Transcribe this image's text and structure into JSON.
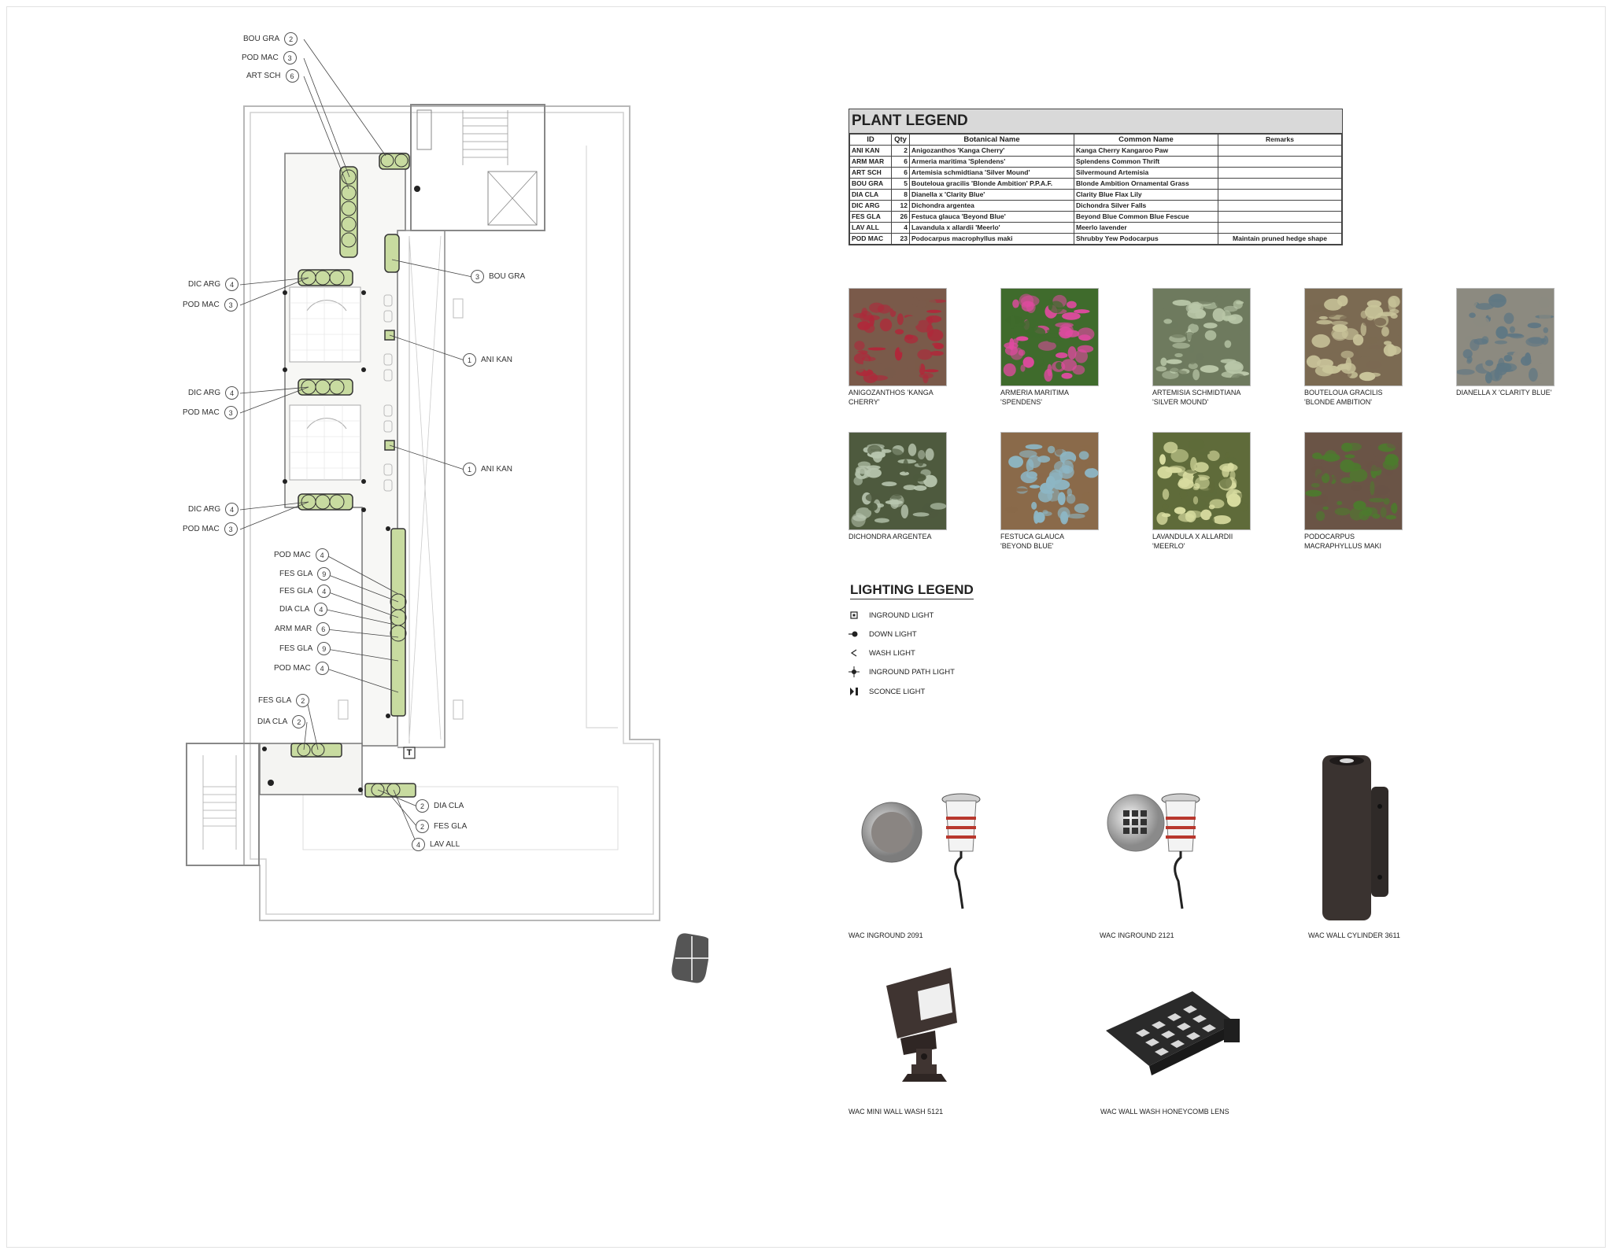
{
  "plan": {
    "callouts_left": [
      {
        "code": "BOU GRA",
        "qty": "2"
      },
      {
        "code": "POD MAC",
        "qty": "3"
      },
      {
        "code": "ART SCH",
        "qty": "6"
      },
      {
        "code": "DIC ARG",
        "qty": "4"
      },
      {
        "code": "POD MAC",
        "qty": "3"
      },
      {
        "code": "DIC ARG",
        "qty": "4"
      },
      {
        "code": "POD MAC",
        "qty": "3"
      },
      {
        "code": "DIC ARG",
        "qty": "4"
      },
      {
        "code": "POD MAC",
        "qty": "3"
      },
      {
        "code": "POD MAC",
        "qty": "4"
      },
      {
        "code": "FES GLA",
        "qty": "9"
      },
      {
        "code": "FES GLA",
        "qty": "4"
      },
      {
        "code": "DIA CLA",
        "qty": "4"
      },
      {
        "code": "ARM MAR",
        "qty": "6"
      },
      {
        "code": "FES GLA",
        "qty": "9"
      },
      {
        "code": "POD MAC",
        "qty": "4"
      },
      {
        "code": "FES GLA",
        "qty": "2"
      },
      {
        "code": "DIA CLA",
        "qty": "2"
      }
    ],
    "callouts_right": [
      {
        "code": "BOU GRA",
        "qty": "3"
      },
      {
        "code": "ANI KAN",
        "qty": "1"
      },
      {
        "code": "ANI KAN",
        "qty": "1"
      },
      {
        "code": "DIA CLA",
        "qty": "2"
      },
      {
        "code": "FES GLA",
        "qty": "2"
      },
      {
        "code": "LAV ALL",
        "qty": "4"
      }
    ],
    "tree_marker": "T"
  },
  "plant_legend": {
    "title": "PLANT LEGEND",
    "headers": [
      "ID",
      "Qty",
      "Botanical Name",
      "Common Name",
      "Remarks"
    ],
    "rows": [
      [
        "ANI KAN",
        "2",
        "Anigozanthos 'Kanga Cherry'",
        "Kanga Cherry Kangaroo Paw",
        ""
      ],
      [
        "ARM MAR",
        "6",
        "Armeria maritima 'Splendens'",
        "Splendens Common Thrift",
        ""
      ],
      [
        "ART SCH",
        "6",
        "Artemisia schmidtiana 'Silver Mound'",
        "Silvermound Artemisia",
        ""
      ],
      [
        "BOU GRA",
        "5",
        "Bouteloua gracilis 'Blonde Ambition' P.P.A.F.",
        "Blonde Ambition Ornamental Grass",
        ""
      ],
      [
        "DIA CLA",
        "8",
        "Dianella x 'Clarity Blue'",
        "Clarity Blue Flax Lily",
        ""
      ],
      [
        "DIC ARG",
        "12",
        "Dichondra argentea",
        "Dichondra Silver Falls",
        ""
      ],
      [
        "FES GLA",
        "26",
        "Festuca glauca 'Beyond Blue'",
        "Beyond Blue Common Blue Fescue",
        ""
      ],
      [
        "LAV ALL",
        "4",
        "Lavandula x allardii 'Meerlo'",
        "Meerlo lavender",
        ""
      ],
      [
        "POD MAC",
        "23",
        "Podocarpus macrophyllus maki",
        "Shrubby Yew Podocarpus",
        "Maintain pruned hedge shape"
      ]
    ]
  },
  "plant_photos": [
    {
      "line1": "ANIGOZANTHOS 'KANGA CHERRY'",
      "line2": "",
      "bg": "#7a5a4a",
      "accent": "#b0283a"
    },
    {
      "line1": "ARMERIA MARITIMA 'SPENDENS'",
      "line2": "",
      "bg": "#3f6b2c",
      "accent": "#e04aa0"
    },
    {
      "line1": "ARTEMISIA SCHMIDTIANA",
      "line2": "'SILVER MOUND'",
      "bg": "#6e7a5e",
      "accent": "#b9c7a8"
    },
    {
      "line1": "BOUTELOUA GRACILIS",
      "line2": "'BLONDE  AMBITION'",
      "bg": "#7b6a52",
      "accent": "#c9c49a"
    },
    {
      "line1": "DIANELLA X 'CLARITY BLUE'",
      "line2": "",
      "bg": "#8c8a80",
      "accent": "#5f7783"
    },
    {
      "line1": "DICHONDRA ARGENTEA",
      "line2": "",
      "bg": "#4e5a3e",
      "accent": "#b7c5ae"
    },
    {
      "line1": "FESTUCA GLAUCA",
      "line2": "'BEYOND BLUE'",
      "bg": "#8a6a4a",
      "accent": "#8db6c4"
    },
    {
      "line1": "LAVANDULA X ALLARDII",
      "line2": "'MEERLO'",
      "bg": "#5f6b3a",
      "accent": "#d8dca0"
    },
    {
      "line1": "PODOCARPUS",
      "line2": "MACRAPHYLLUS MAKI",
      "bg": "#6a5446",
      "accent": "#4d7a2e"
    }
  ],
  "lighting_legend": {
    "title": "LIGHTING LEGEND",
    "items": [
      {
        "label": "INGROUND LIGHT",
        "icon": "inground-light-icon"
      },
      {
        "label": "DOWN LIGHT",
        "icon": "down-light-icon"
      },
      {
        "label": "WASH LIGHT",
        "icon": "wash-light-icon"
      },
      {
        "label": "INGROUND PATH LIGHT",
        "icon": "inground-path-light-icon"
      },
      {
        "label": "SCONCE LIGHT",
        "icon": "sconce-light-icon"
      }
    ]
  },
  "fixtures": [
    {
      "label": "WAC INGROUND 2091"
    },
    {
      "label": "WAC INGROUND 2121"
    },
    {
      "label": "WAC WALL CYLINDER 3611"
    },
    {
      "label": "WAC MINI WALL WASH 5121"
    },
    {
      "label": "WAC WALL WASH HONEYCOMB LENS"
    }
  ],
  "colors": {
    "planter_green": "#c8dba0",
    "plan_line": "#9a9a9a",
    "fixture_bronze": "#3a3330"
  }
}
